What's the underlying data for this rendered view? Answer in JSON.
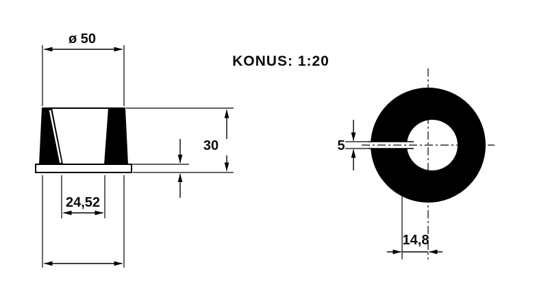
{
  "colors": {
    "ink": "#000000",
    "paper": "#ffffff"
  },
  "note": {
    "taper_label": "KONUS: 1:20"
  },
  "front_view": {
    "dim_outer_diameter": "ø 50",
    "dim_height": "30",
    "dim_bore_diameter": "24,52"
  },
  "side_view": {
    "dim_slot_width": "5",
    "dim_slot_to_center": "14,8"
  }
}
